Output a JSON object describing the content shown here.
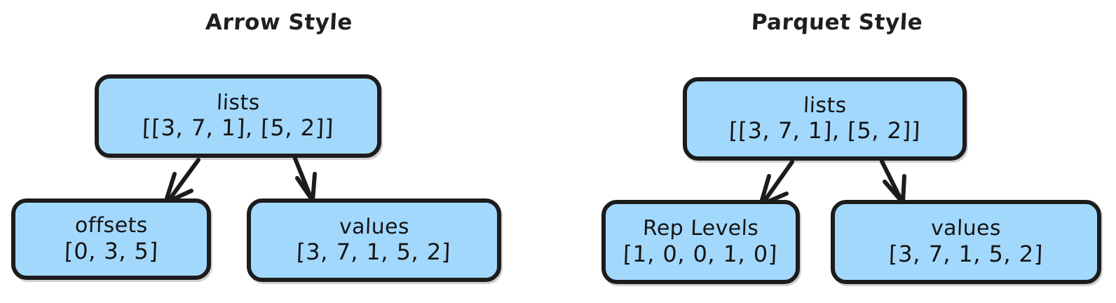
{
  "diagram": {
    "background_color": "#ffffff",
    "node_fill_color": "#a3d8fd",
    "node_stroke_color": "#1c1c1c",
    "text_color": "#141414"
  },
  "panels": [
    {
      "title": "Arrow Style",
      "root": {
        "label": "lists",
        "value": "[[3, 7, 1], [5, 2]]"
      },
      "children": [
        {
          "label": "offsets",
          "value": "[0, 3, 5]"
        },
        {
          "label": "values",
          "value": "[3, 7, 1, 5, 2]"
        }
      ]
    },
    {
      "title": "Parquet Style",
      "root": {
        "label": "lists",
        "value": "[[3, 7, 1], [5, 2]]"
      },
      "children": [
        {
          "label": "Rep Levels",
          "value": "[1, 0, 0, 1, 0]"
        },
        {
          "label": "values",
          "value": "[3, 7, 1, 5, 2]"
        }
      ]
    }
  ],
  "edges": [
    {
      "from": "lists",
      "to": "offsets",
      "arrowhead": "open"
    },
    {
      "from": "lists",
      "to": "values",
      "arrowhead": "open"
    },
    {
      "from": "lists",
      "to": "Rep Levels",
      "arrowhead": "open"
    },
    {
      "from": "lists",
      "to": "values",
      "arrowhead": "open"
    }
  ]
}
